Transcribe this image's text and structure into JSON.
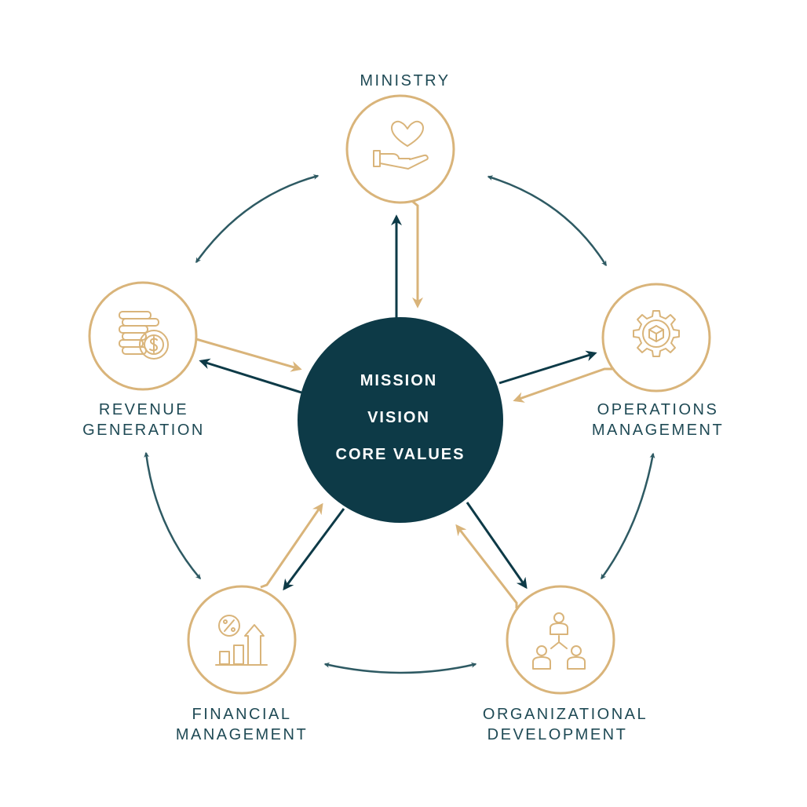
{
  "colors": {
    "gold": "#d9b47a",
    "teal": "#2e5a63",
    "navy": "#0d3a47",
    "text": "#1f4a55"
  },
  "center": {
    "lines": [
      "MISSION",
      "VISION",
      "CORE VALUES"
    ]
  },
  "nodes": {
    "ministry": {
      "label_lines": [
        "MINISTRY"
      ],
      "icon": "heart-in-hand-icon"
    },
    "operations": {
      "label_lines": [
        "OPERATIONS",
        "MANAGEMENT"
      ],
      "icon": "gear-cube-icon"
    },
    "organizational": {
      "label_lines": [
        "ORGANIZATIONAL",
        "DEVELOPMENT"
      ],
      "icon": "team-hierarchy-icon"
    },
    "financial": {
      "label_lines": [
        "FINANCIAL",
        "MANAGEMENT"
      ],
      "icon": "percent-growth-chart-icon"
    },
    "revenue": {
      "label_lines": [
        "REVENUE",
        "GENERATION"
      ],
      "icon": "coin-stack-dollar-icon"
    }
  }
}
